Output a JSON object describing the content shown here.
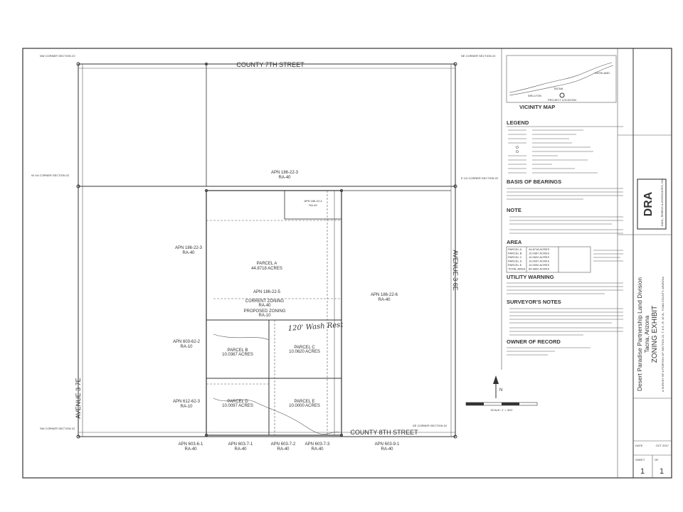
{
  "roads": {
    "top": "COUNTY 7TH STREET",
    "bottom": "COUNTY 8TH STREET",
    "left": "AVENUE 3 7E",
    "right": "AVENUE 3 6E"
  },
  "parcels": [
    {
      "name": "PARCEL A",
      "acres": "44.8718 ACRES"
    },
    {
      "name": "PARCEL B",
      "acres": "10.0367 ACRES"
    },
    {
      "name": "PARCEL C",
      "acres": "10.0620 ACRES"
    },
    {
      "name": "PARCEL D",
      "acres": "10.0097 ACRES"
    },
    {
      "name": "PARCEL E",
      "acres": "10.0000 ACRES"
    }
  ],
  "zoning": {
    "apn": "APN 186-22-5",
    "current_label": "CURRENT ZONING",
    "current": "RA-40",
    "proposed_label": "PROPOSED ZONING",
    "proposed": "RA-10"
  },
  "handwritten": "120' Wash Rest",
  "apns": {
    "top_center": {
      "apn": "APN 186-22-3",
      "zone": "RA-40"
    },
    "left_upper": {
      "apn": "APN 186-22-3",
      "zone": "RA-40"
    },
    "inner_small": {
      "apn": "APN 186-22-4",
      "zone": "RA-40"
    },
    "right_big": {
      "apn": "APN 186-22-6",
      "zone": "RA-40"
    },
    "left_mid": {
      "apn": "APN 603-62-2",
      "zone": "RA-10"
    },
    "left_low": {
      "apn": "APN 612-62-3",
      "zone": "RA-10"
    },
    "bottom": [
      {
        "apn": "APN 603-6-1",
        "zone": "RA-40"
      },
      {
        "apn": "APN 603-7-1",
        "zone": "RA-40"
      },
      {
        "apn": "APN 603-7-2",
        "zone": "RA-40"
      },
      {
        "apn": "APN 603-7-3",
        "zone": "RA-40"
      },
      {
        "apn": "APN 603-9-1",
        "zone": "RA-40"
      }
    ]
  },
  "corners": {
    "nw": "NW CORNER SECTION 22",
    "ne": "NE CORNER SECTION 22",
    "sw": "SW CORNER SECTION 22",
    "se": "SE CORNER SECTION 22",
    "w14": "W 1/4 CORNER SECTION 22",
    "e14": "E 1/4 CORNER SECTION 22"
  },
  "vicinity": {
    "title": "VICINITY MAP",
    "towns": [
      "DATELAND",
      "TACNA",
      "WELLTON"
    ],
    "project_label": "PROJECT LOCATION"
  },
  "sections": [
    {
      "title": "LEGEND"
    },
    {
      "title": "BASIS OF BEARINGS"
    },
    {
      "title": "NOTE"
    },
    {
      "title": "AREA"
    },
    {
      "title": "UTILITY WARNING"
    },
    {
      "title": "SURVEYOR'S NOTES"
    },
    {
      "title": "OWNER OF RECORD"
    }
  ],
  "area_table": [
    [
      "PARCEL A",
      "44.8718 ACRES"
    ],
    [
      "PARCEL B",
      "10.0367 ACRES"
    ],
    [
      "PARCEL C",
      "10.0620 ACRES"
    ],
    [
      "PARCEL D",
      "10.0097 ACRES"
    ],
    [
      "PARCEL E",
      "10.0000 ACRES"
    ],
    [
      "TOTAL AREA",
      "84.9802 ACRES"
    ]
  ],
  "title_block": {
    "project": "Desert Paradise Partnership Land Division",
    "location": "Tacna, Arizona",
    "exhibit": "ZONING EXHIBIT",
    "description": "A SURVEY OF A PORTION OF SECTION 22, T. 8 S., R. 16 W., YUMA COUNTY, ARIZONA",
    "firm": "DAHL, ROBINS & ASSOCIATES, INC.",
    "logo": "DRA",
    "date_label": "DATE",
    "date": "OCT 2017",
    "sheet_label": "SHEET",
    "of_label": "OF",
    "sheet": "1",
    "sheets": "1"
  },
  "scale": "SCALE: 1\" = 300'",
  "north": "N"
}
